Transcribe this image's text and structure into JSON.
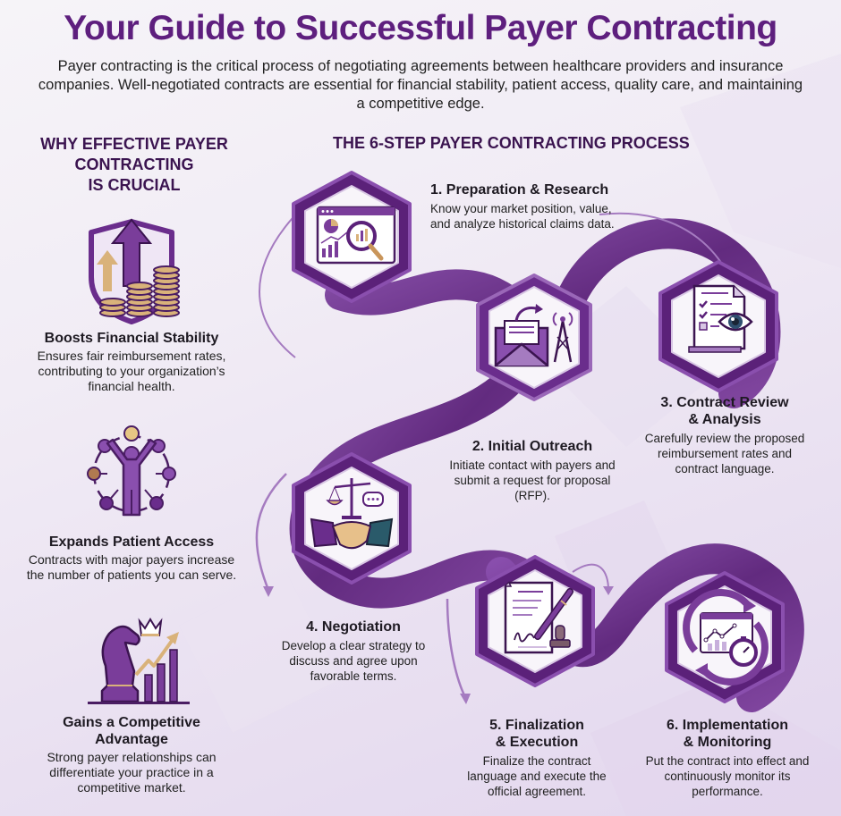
{
  "header": {
    "title": "Your Guide to Successful Payer Contracting",
    "intro": "Payer contracting is the critical process of negotiating agreements between healthcare providers and insurance companies. Well-negotiated contracts are essential for financial stability, patient access, quality care, and maintaining a competitive edge."
  },
  "why": {
    "heading_line1": "WHY EFFECTIVE PAYER",
    "heading_line2": "CONTRACTING",
    "heading_line3": "IS CRUCIAL",
    "items": [
      {
        "icon": "shield-coins-arrow-icon",
        "title": "Boosts Financial Stability",
        "description": "Ensures fair reimbursement rates, contributing to your organization’s financial health."
      },
      {
        "icon": "patient-network-icon",
        "title": "Expands Patient Access",
        "description": "Contracts with major payers increase the number of patients you can serve."
      },
      {
        "icon": "chess-knight-growth-icon",
        "title_line1": "Gains a Competitive",
        "title_line2": "Advantage",
        "description": "Strong payer relationships can differentiate your practice in a competitive market."
      }
    ]
  },
  "process": {
    "heading": "THE 6-STEP PAYER CONTRACTING PROCESS",
    "steps": [
      {
        "number": "1",
        "icon": "analytics-magnifier-icon",
        "title": "1. Preparation & Research",
        "description": "Know your market position, value, and analyze historical claims data."
      },
      {
        "number": "2",
        "icon": "envelope-broadcast-icon",
        "title": "2. Initial Outreach",
        "description": "Initiate contact with payers and submit a request for proposal (RFP)."
      },
      {
        "number": "3",
        "icon": "document-review-eye-icon",
        "title_line1": "3. Contract Review",
        "title_line2": "& Analysis",
        "description": "Carefully review the proposed reimbursement rates and contract language."
      },
      {
        "number": "4",
        "icon": "handshake-scales-icon",
        "title": "4. Negotiation",
        "description": "Develop a clear strategy to discuss and agree upon favorable terms."
      },
      {
        "number": "5",
        "icon": "signed-contract-stamp-icon",
        "title_line1": "5. Finalization",
        "title_line2": "& Execution",
        "description": "Finalize the contract language and execute the official agreement."
      },
      {
        "number": "6",
        "icon": "monitoring-cycle-stopwatch-icon",
        "title_line1": "6. Implementation",
        "title_line2": "& Monitoring",
        "description": "Put the contract into effect and continuously monitor its performance."
      }
    ]
  },
  "colors": {
    "title": "#5e1f7e",
    "heading": "#3b1450",
    "ribbon_dark": "#5b2179",
    "ribbon_mid": "#7a3d9a",
    "ribbon_light": "#a57bc0",
    "gold": "#d9b27a",
    "background": "#f1ecf5"
  }
}
